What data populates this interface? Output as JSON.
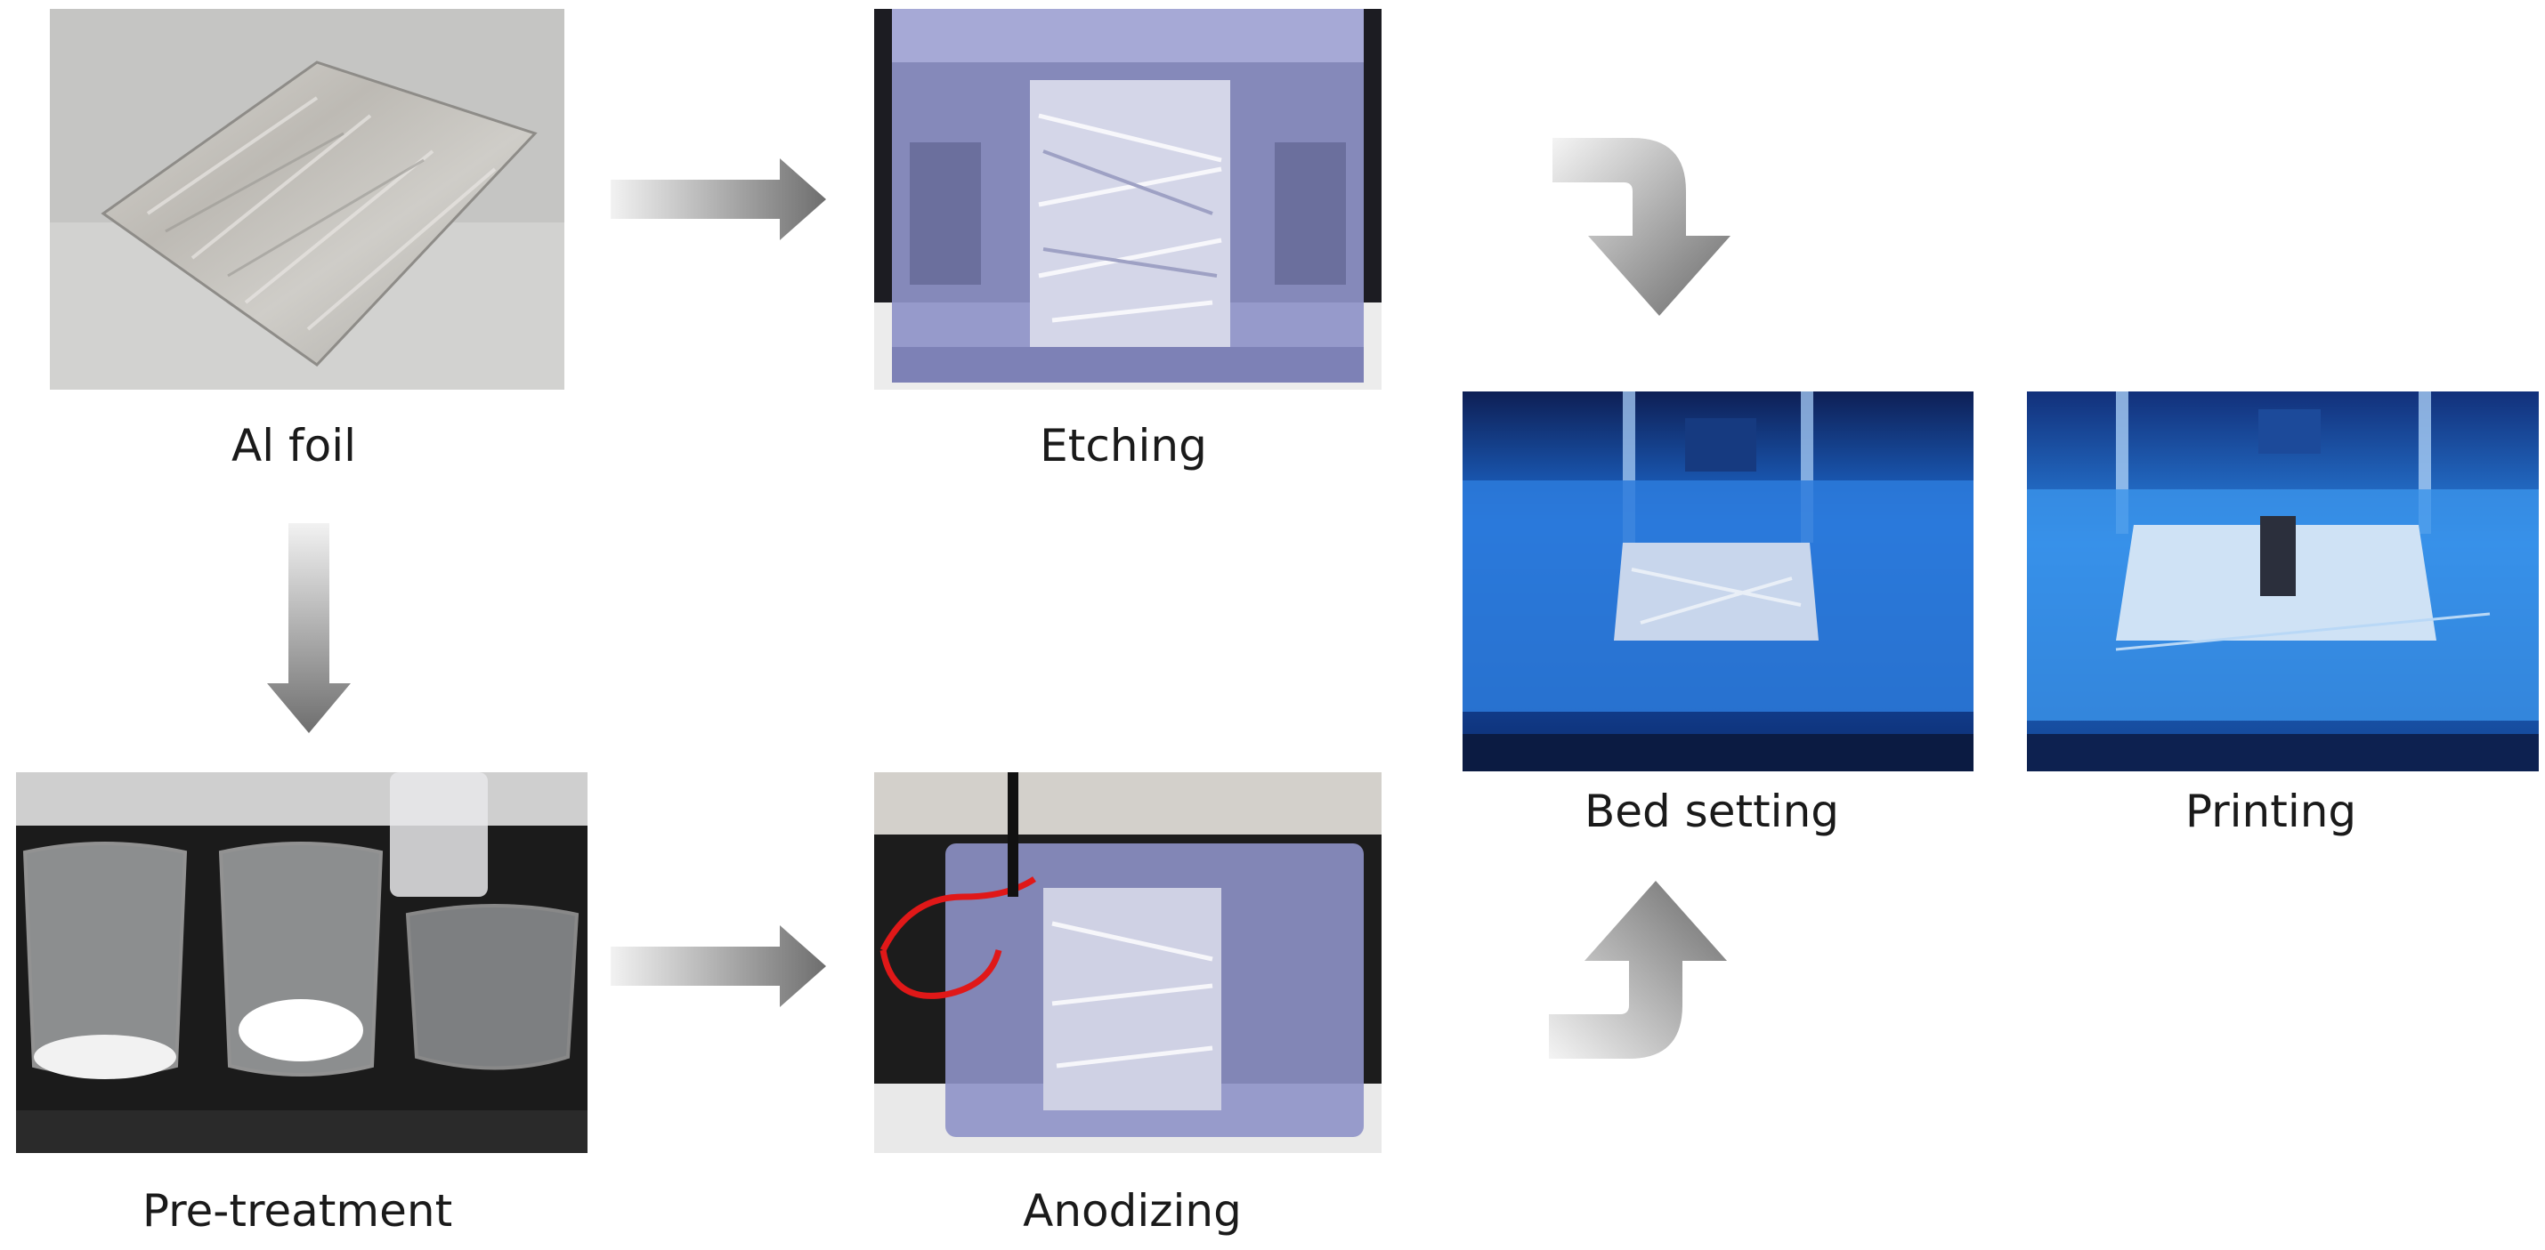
{
  "steps": {
    "al_foil": "Al foil",
    "etching": "Etching",
    "pre_treatment": "Pre-treatment",
    "anodizing": "Anodizing",
    "bed_setting": "Bed setting",
    "printing": "Printing"
  },
  "colors": {
    "background": "#ffffff",
    "caption_text": "#1a1a1a",
    "arrow_dark": "#6e6e6e",
    "arrow_light": "#f2f2f2",
    "printer_blue": "#1e6fd8",
    "acrylic_tank": "#8e92c8"
  }
}
